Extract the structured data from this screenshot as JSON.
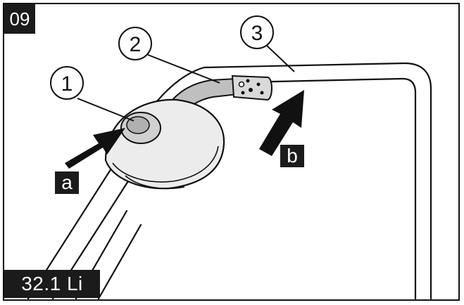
{
  "step_number": "09",
  "model_label": "32.1 Li",
  "callouts": [
    "1",
    "2",
    "3"
  ],
  "arrow_labels": {
    "a": "a",
    "b": "b"
  },
  "colors": {
    "line": "#111111",
    "tag_bg": "#1b1b1b",
    "tag_text": "#ffffff",
    "sleeve": "#bfbfbf"
  }
}
